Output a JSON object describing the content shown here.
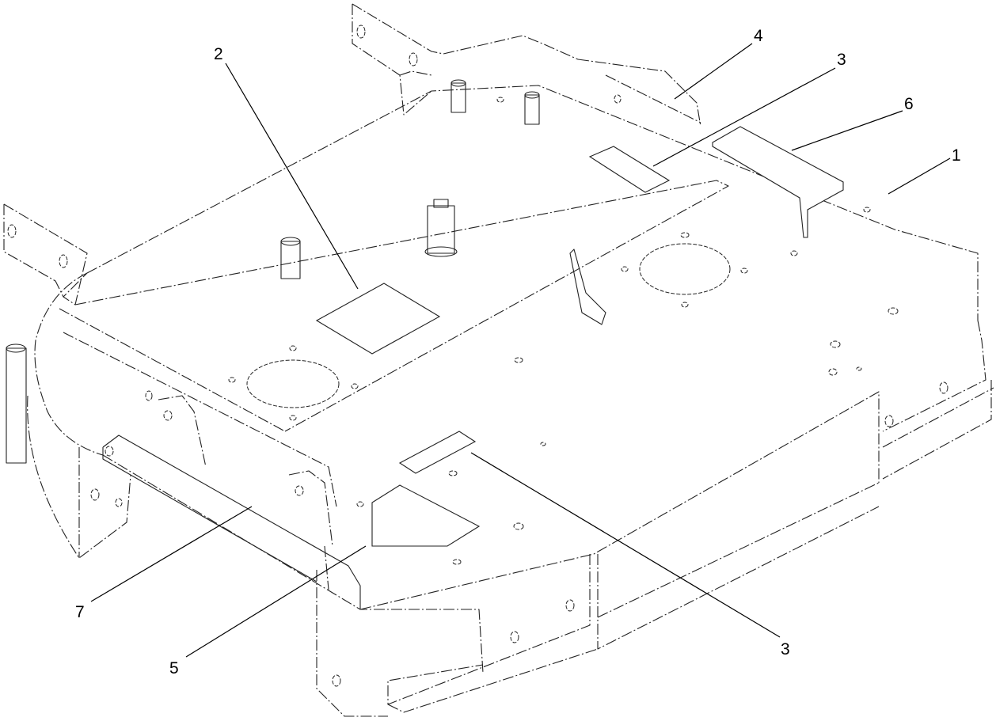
{
  "callouts": [
    {
      "id": "1",
      "label": "1"
    },
    {
      "id": "2",
      "label": "2"
    },
    {
      "id": "3a",
      "label": "3"
    },
    {
      "id": "3b",
      "label": "3"
    },
    {
      "id": "4",
      "label": "4"
    },
    {
      "id": "5",
      "label": "5"
    },
    {
      "id": "6",
      "label": "6"
    },
    {
      "id": "7",
      "label": "7"
    }
  ]
}
